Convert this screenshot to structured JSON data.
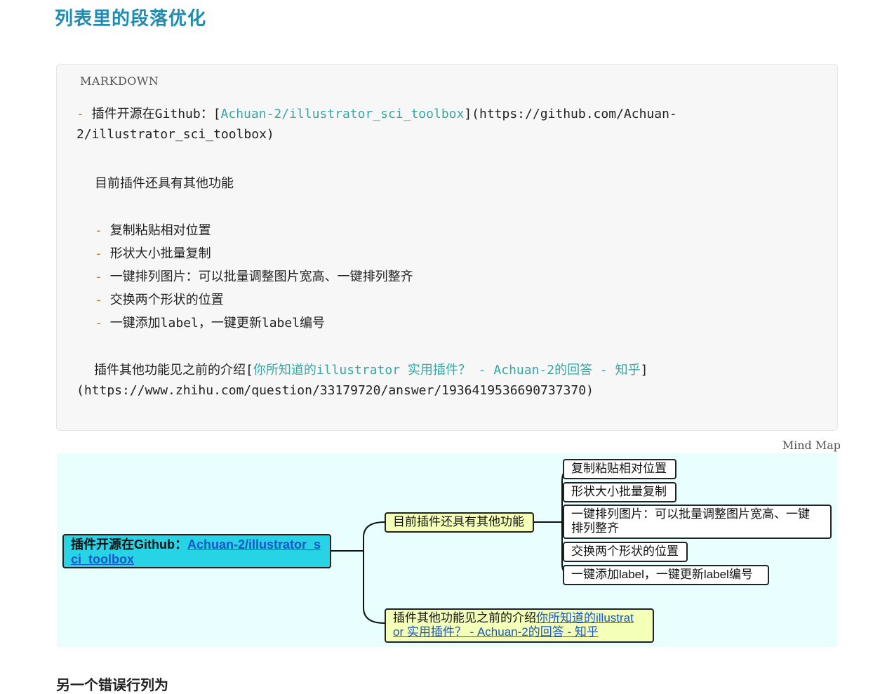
{
  "page_title": "列表里的段落优化",
  "code_block": {
    "language": "MARKDOWN",
    "line1_dash": "-",
    "line1_prefix": " 插件开源在Github：[",
    "line1_link_text": "Achuan-2/illustrator_sci_toolbox",
    "line1_suffix": "](https://github.com/Achuan-",
    "line2": "2/illustrator_sci_toolbox)",
    "para1": "目前插件还具有其他功能",
    "list_items": [
      "复制粘贴相对位置",
      "形状大小批量复制",
      "一键排列图片：可以批量调整图片宽高、一键排列整齐",
      "交换两个形状的位置",
      "一键添加label，一键更新label编号"
    ],
    "list_dash": "-",
    "para2_prefix": "插件其他功能见之前的介绍[",
    "para2_link_text": "你所知道的illustrator 实用插件？ - Achuan-2的回答 - 知乎",
    "para2_suffix": "]",
    "para2_url": "(https://www.zhihu.com/question/33179720/answer/1936419536690737370)"
  },
  "mindmap": {
    "label": "Mind Map",
    "root": {
      "prefix": "插件开源在Github：",
      "link_line1": "Achuan-2/illustrator_s",
      "link_line2": "ci_toolbox"
    },
    "branch1": {
      "label": "目前插件还具有其他功能",
      "children": [
        "复制粘贴相对位置",
        "形状大小批量复制",
        "一键排列图片：可以批量调整图片宽高、一键",
        "排列整齐",
        "交换两个形状的位置",
        "一键添加label，一键更新label编号"
      ]
    },
    "branch2": {
      "prefix": "插件其他功能见之前的介绍",
      "link_line1": "你所知道的illustrat",
      "link_line2": "or 实用插件？ - Achuan-2的回答 - 知乎"
    }
  },
  "bottom_heading": "另一个错误行列为"
}
